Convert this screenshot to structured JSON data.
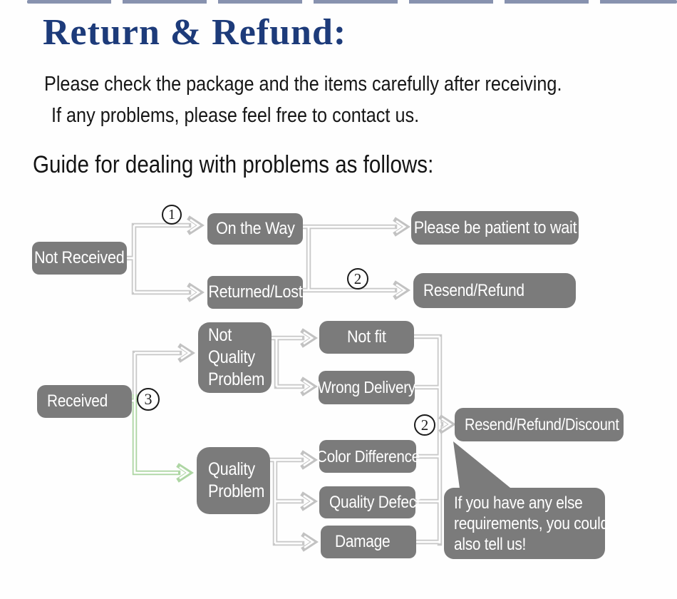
{
  "header": {
    "title": "Return & Refund:",
    "intro_line1": "Please check the package and the items carefully after receiving.",
    "intro_line2": "If any problems, please feel free to contact us.",
    "guide_heading": "Guide for dealing with problems as follows:"
  },
  "colors": {
    "title_navy": "#1d3b7a",
    "box_gray": "#7b7b7b",
    "box_text": "#ffffff",
    "connector_gray": "#c9c9c9",
    "connector_green": "#aed6a4",
    "step_circle_black": "#1b1b1b"
  },
  "flowchart": {
    "steps": {
      "one": "1",
      "two_top": "2",
      "three": "3",
      "two_mid": "2"
    },
    "nodes": {
      "not_received": {
        "label": "Not Received"
      },
      "on_the_way": {
        "label": "On the Way"
      },
      "returned_lost": {
        "label": "Returned/Lost"
      },
      "please_wait": {
        "label": "Please be patient to wait"
      },
      "resend_refund": {
        "label": "Resend/Refund"
      },
      "received": {
        "label": "Received"
      },
      "not_quality_problem": {
        "line1": "Not",
        "line2": "Quality",
        "line3": "Problem"
      },
      "quality_problem": {
        "line1": "Quality",
        "line2": "Problem"
      },
      "not_fit": {
        "label": "Not fit"
      },
      "wrong_delivery": {
        "label": "Wrong Delivery"
      },
      "color_difference": {
        "label": "Color Difference"
      },
      "quality_defect": {
        "label": "Quality Defect"
      },
      "damage": {
        "label": "Damage"
      },
      "resend_refund_discount": {
        "label": "Resend/Refund/Discount"
      },
      "note_bubble": {
        "line1": "If you have any else",
        "line2": "requirements, you could",
        "line3": "also tell us!"
      }
    }
  }
}
